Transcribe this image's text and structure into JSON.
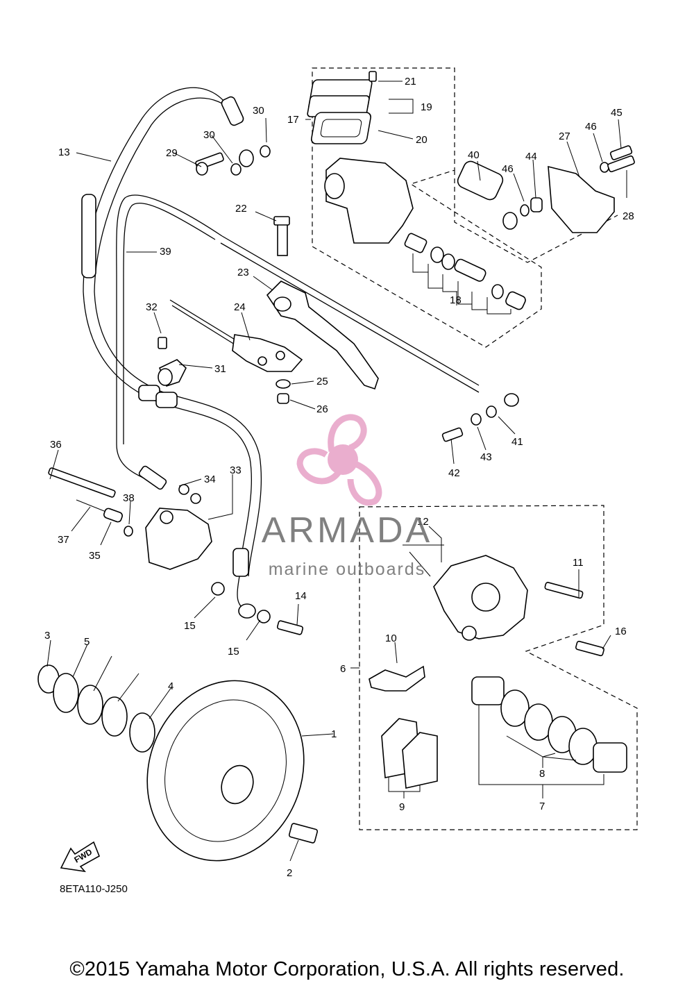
{
  "diagram_code": "8ETA110-J250",
  "copyright": "©2015 Yamaha Motor Corporation, U.S.A. All rights reserved.",
  "watermark": {
    "brand": "ARMADA",
    "tagline": "marine outboards",
    "logo_color": "#e8a6c9"
  },
  "fwd_arrow_label": "FWD",
  "parts": [
    {
      "num": "1"
    },
    {
      "num": "2"
    },
    {
      "num": "3"
    },
    {
      "num": "4"
    },
    {
      "num": "5"
    },
    {
      "num": "6"
    },
    {
      "num": "7"
    },
    {
      "num": "8"
    },
    {
      "num": "9"
    },
    {
      "num": "10"
    },
    {
      "num": "11"
    },
    {
      "num": "12"
    },
    {
      "num": "13"
    },
    {
      "num": "14"
    },
    {
      "num": "15"
    },
    {
      "num": "16"
    },
    {
      "num": "17"
    },
    {
      "num": "18"
    },
    {
      "num": "19"
    },
    {
      "num": "20"
    },
    {
      "num": "21"
    },
    {
      "num": "22"
    },
    {
      "num": "23"
    },
    {
      "num": "24"
    },
    {
      "num": "25"
    },
    {
      "num": "26"
    },
    {
      "num": "27"
    },
    {
      "num": "28"
    },
    {
      "num": "29"
    },
    {
      "num": "30"
    },
    {
      "num": "31"
    },
    {
      "num": "32"
    },
    {
      "num": "33"
    },
    {
      "num": "34"
    },
    {
      "num": "35"
    },
    {
      "num": "36"
    },
    {
      "num": "37"
    },
    {
      "num": "38"
    },
    {
      "num": "39"
    },
    {
      "num": "40"
    },
    {
      "num": "41"
    },
    {
      "num": "42"
    },
    {
      "num": "43"
    },
    {
      "num": "44"
    },
    {
      "num": "45"
    },
    {
      "num": "46"
    }
  ]
}
